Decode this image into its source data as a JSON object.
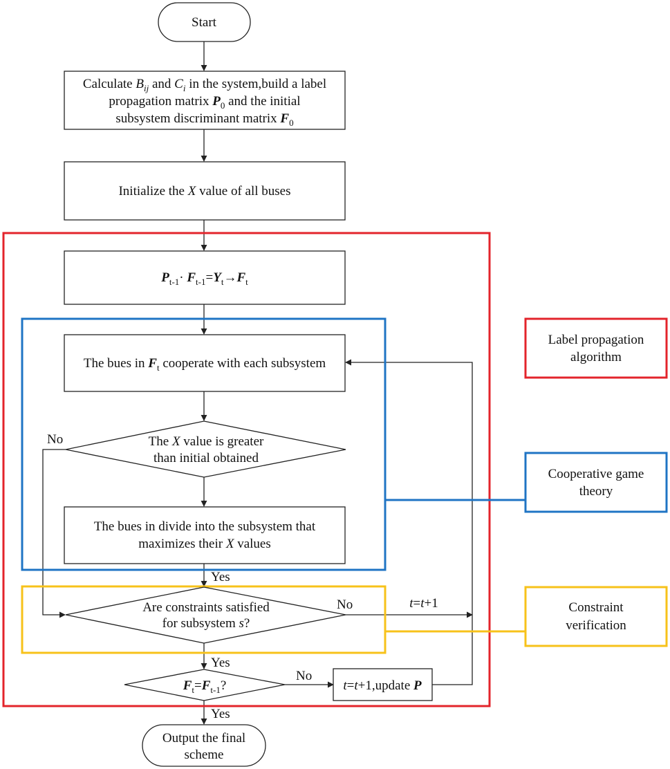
{
  "colors": {
    "red": "#e3242b",
    "blue": "#1f74c4",
    "yellow": "#f7c21a",
    "line": "#222222"
  },
  "nodes": {
    "start": "Start",
    "calc": {
      "l1": {
        "a": "Calculate ",
        "b": "B",
        "b_sub": "ij",
        "c": " and ",
        "d": "C",
        "d_sub": "i",
        "e": " in the system,build a label"
      },
      "l2": {
        "a": "propagation matrix ",
        "b": "P",
        "b_sub": "0",
        "c": " and the initial"
      },
      "l3": {
        "a": "subsystem discriminant matrix ",
        "b": "F",
        "b_sub": "0"
      }
    },
    "init": {
      "a": "Initialize the ",
      "b": "X",
      "c": " value of all buses"
    },
    "propagate": {
      "p": "P",
      "p_sub": "t-1",
      "dot": "· ",
      "f": "F",
      "f_sub": "t-1",
      "eq": "=",
      "y": "Y",
      "y_sub": "t",
      "arrow": "→",
      "f2": "F",
      "f2_sub": "t"
    },
    "cooperate": {
      "a": "The bues in ",
      "b": "F",
      "b_sub": "t",
      "c": " cooperate with each subsystem"
    },
    "compare": {
      "l1a": "The ",
      "l1b": "X",
      "l1c": " value is greater",
      "l2": "than initial obtained"
    },
    "divide": {
      "l1": "The bues in divide into the subsystem that",
      "l2a": "maximizes their ",
      "l2b": "X",
      "l2c": " values"
    },
    "constraints": {
      "l1": "Are constraints satisfied",
      "l2a": "for subsystem ",
      "l2b": "s",
      "l2c": "?"
    },
    "converge": {
      "f": "F",
      "f_sub": "t",
      "eq": "=",
      "f2": "F",
      "f2_sub": "t-1",
      "q": "?"
    },
    "update": {
      "a": "t",
      "b": "=",
      "c": "t",
      "d": "+1,update ",
      "e": "P"
    },
    "output": {
      "l1": "Output the final",
      "l2": "scheme"
    }
  },
  "edge_labels": {
    "no_compare": "No",
    "yes_divide": "Yes",
    "no_constraints": "No",
    "iter": {
      "a": "t",
      "b": "=",
      "c": "t",
      "d": "+1"
    },
    "yes_constraints": "Yes",
    "no_converge": "No",
    "yes_converge": "Yes"
  },
  "legend": {
    "label_propagation": {
      "l1": "Label propagation",
      "l2": "algorithm"
    },
    "cooperative_game": {
      "l1": "Cooperative game",
      "l2": "theory"
    },
    "constraint_verification": {
      "l1": "Constraint",
      "l2": "verification"
    }
  }
}
